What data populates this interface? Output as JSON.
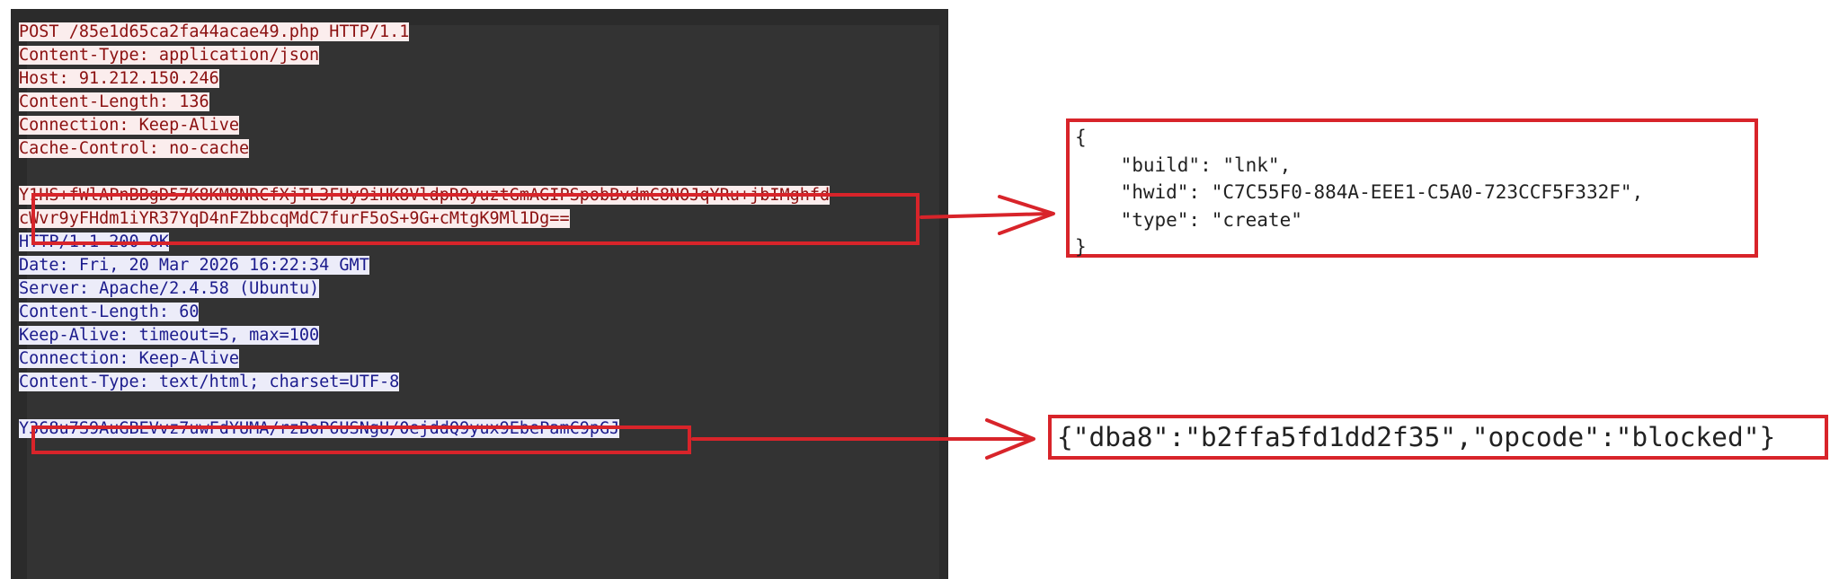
{
  "request": {
    "headers": [
      "POST /85e1d65ca2fa44acae49.php HTTP/1.1",
      "Content-Type: application/json",
      "Host: 91.212.150.246",
      "Content-Length: 136",
      "Connection: Keep-Alive",
      "Cache-Control: no-cache"
    ],
    "body": [
      "Y1HS+fWlAPnBBgD57K8KM8NRCfXjTL3FUy9iHK8VldpR9yuztGmAGIPSpobBvdmC8NOJqYRu+jbIMghfd",
      "cWvr9yFHdm1iYR37YqD4nFZbbcqMdC7furF5oS+9G+cMtgK9Ml1Dg=="
    ]
  },
  "response": {
    "headers": [
      "HTTP/1.1 200 OK",
      "Date: Fri, 20 Mar 2026 16:22:34 GMT",
      "Server: Apache/2.4.58 (Ubuntu)",
      "Content-Length: 60",
      "Keep-Alive: timeout=5, max=100",
      "Connection: Keep-Alive",
      "Content-Type: text/html; charset=UTF-8"
    ],
    "body": "Y368u7S9AuGBEVvz7uwFdYUMA/rzBoP6USNgU/0ejddQ9yux9EbePamC9pGJ"
  },
  "decoded_request": {
    "open": "{",
    "lines": [
      "    \"build\": \"lnk\",",
      "    \"hwid\": \"C7C55F0-884A-EEE1-C5A0-723CCF5F332F\",",
      "    \"type\": \"create\""
    ],
    "close": "}"
  },
  "decoded_response": "{\"dba8\":\"b2ffa5fd1dd2f35\",\"opcode\":\"blocked\"}",
  "colors": {
    "highlight_box": "#d8242a",
    "request_text": "#8b1010",
    "request_bg": "#fbeded",
    "response_text": "#1b1b8c",
    "response_bg": "#ececf9"
  }
}
